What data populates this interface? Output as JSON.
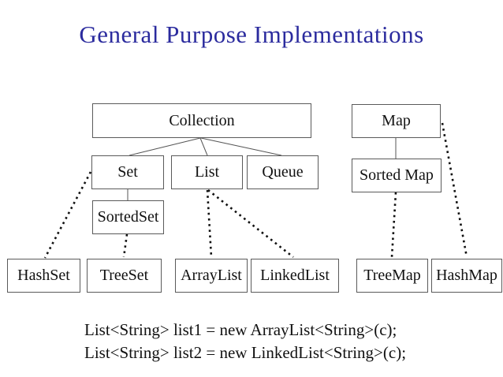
{
  "title": "General Purpose Implementations",
  "colors": {
    "title": "#2b2b9e",
    "box_border": "#5a5a5a",
    "solid_edge": "#555555",
    "dotted_edge": "#101010",
    "text": "#111111",
    "background": "#ffffff"
  },
  "diagram": {
    "nodes": [
      {
        "id": "collection",
        "label": "Collection"
      },
      {
        "id": "map",
        "label": "Map"
      },
      {
        "id": "set",
        "label": "Set"
      },
      {
        "id": "list",
        "label": "List"
      },
      {
        "id": "queue",
        "label": "Queue"
      },
      {
        "id": "sorted-map",
        "label": "Sorted Map"
      },
      {
        "id": "sorted-set",
        "label": "SortedSet"
      },
      {
        "id": "hashset",
        "label": "HashSet"
      },
      {
        "id": "treeset",
        "label": "TreeSet"
      },
      {
        "id": "arraylist",
        "label": "ArrayList"
      },
      {
        "id": "linkedlist",
        "label": "LinkedList"
      },
      {
        "id": "treemap",
        "label": "TreeMap"
      },
      {
        "id": "hashmap",
        "label": "HashMap"
      }
    ],
    "edges": [
      {
        "from": "collection",
        "to": "set",
        "style": "solid"
      },
      {
        "from": "collection",
        "to": "list",
        "style": "solid"
      },
      {
        "from": "collection",
        "to": "queue",
        "style": "solid"
      },
      {
        "from": "set",
        "to": "sorted-set",
        "style": "solid"
      },
      {
        "from": "map",
        "to": "sorted-map",
        "style": "solid"
      },
      {
        "from": "set",
        "to": "hashset",
        "style": "dotted"
      },
      {
        "from": "sorted-set",
        "to": "treeset",
        "style": "dotted"
      },
      {
        "from": "list",
        "to": "arraylist",
        "style": "dotted"
      },
      {
        "from": "list",
        "to": "linkedlist",
        "style": "dotted"
      },
      {
        "from": "sorted-map",
        "to": "treemap",
        "style": "dotted"
      },
      {
        "from": "map",
        "to": "hashmap",
        "style": "dotted"
      }
    ]
  },
  "code": {
    "line1": "List<String> list1 = new ArrayList<String>(c);",
    "line2": "List<String> list2 = new LinkedList<String>(c);"
  }
}
